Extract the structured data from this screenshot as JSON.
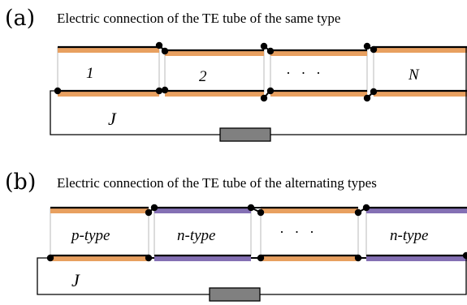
{
  "colors": {
    "orange": "#e8a060",
    "purple": "#8470b4",
    "wire": "#000000",
    "resistor": "#808080",
    "gap": "#c8c8c8"
  },
  "panel_a": {
    "letter": "(a)",
    "title": "Electric connection of the TE tube of the same type",
    "segments": [
      {
        "label": "1",
        "material": "orange"
      },
      {
        "label": "2",
        "material": "orange"
      },
      {
        "label": "· · ·",
        "material": "orange"
      },
      {
        "label": "N",
        "material": "orange"
      }
    ],
    "current_label": "J"
  },
  "panel_b": {
    "letter": "(b)",
    "title": "Electric connection of the TE tube of the alternating types",
    "segments": [
      {
        "label": "p-type",
        "material": "orange"
      },
      {
        "label": "n-type",
        "material": "purple"
      },
      {
        "label": "· · ·",
        "material": "orange"
      },
      {
        "label": "n-type",
        "material": "purple"
      }
    ],
    "current_label": "J"
  }
}
